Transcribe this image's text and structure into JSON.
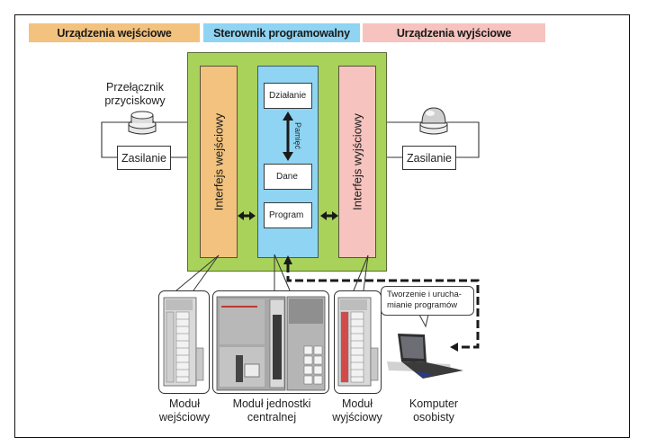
{
  "header": {
    "input_devices": "Urządzenia wejściowe",
    "controller": "Sterownik programowalny",
    "output_devices": "Urządzenia wyjściowe"
  },
  "plc": {
    "input_interface": "Interfejs wejściowy",
    "output_interface": "Interfejs wyjściowy",
    "cpu_blocks": {
      "operation": "Działanie",
      "data": "Dane",
      "program": "Program",
      "memory": "Pamięć"
    }
  },
  "input_side": {
    "device_label_line1": "Przełącznik",
    "device_label_line2": "przyciskowy",
    "device_icon": "push-button-icon",
    "power_supply": "Zasilanie"
  },
  "output_side": {
    "device_icon": "indicator-lamp-icon",
    "power_supply": "Zasilanie"
  },
  "hardware": {
    "input_module_line1": "Moduł",
    "input_module_line2": "wejściowy",
    "cpu_module_line1": "Moduł jednostki",
    "cpu_module_line2": "centralnej",
    "output_module_line1": "Moduł",
    "output_module_line2": "wyjściowy",
    "computer_line1": "Komputer",
    "computer_line2": "osobisty",
    "bubble_line1": "Tworzenie i urucha-",
    "bubble_line2": "mianie programów"
  },
  "colors": {
    "input": "#f2c27e",
    "controller": "#8fd4f2",
    "output": "#f6c3be",
    "plc_body": "#a8d25a"
  }
}
